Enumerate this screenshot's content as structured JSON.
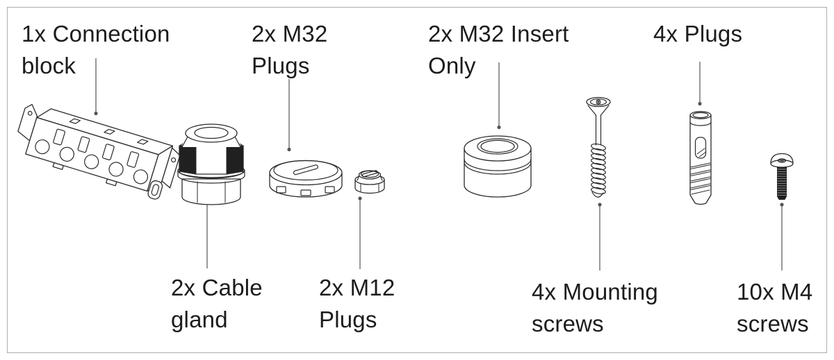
{
  "colors": {
    "text": "#1c1c1c",
    "outline": "#2a2a2a",
    "leader": "#555555",
    "frame": "#adadad",
    "dark": "#202020",
    "bg": "#ffffff"
  },
  "diagram": {
    "parts": [
      {
        "name": "connection-block",
        "label_lines": [
          "1x Connection",
          "block"
        ]
      },
      {
        "name": "m32-plugs",
        "label_lines": [
          "2x M32",
          "Plugs"
        ]
      },
      {
        "name": "m32-insert-only",
        "label_lines": [
          "2x M32 Insert",
          "Only"
        ]
      },
      {
        "name": "wall-plugs",
        "label_lines": [
          "4x Plugs"
        ]
      },
      {
        "name": "cable-gland",
        "label_lines": [
          "2x Cable",
          "gland"
        ]
      },
      {
        "name": "m12-plugs",
        "label_lines": [
          "2x M12",
          "Plugs"
        ]
      },
      {
        "name": "mounting-screws",
        "label_lines": [
          "4x Mounting",
          "screws"
        ]
      },
      {
        "name": "m4-screws",
        "label_lines": [
          "10x M4",
          "screws"
        ]
      }
    ]
  }
}
